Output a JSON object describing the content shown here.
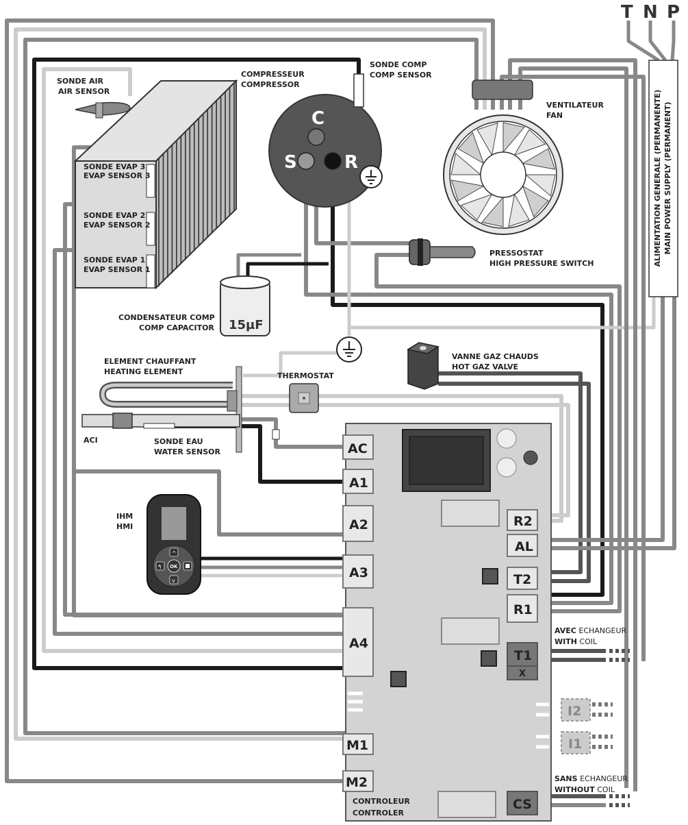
{
  "supply": {
    "phase_labels": [
      "T",
      "N",
      "P"
    ],
    "label_line1": "ALIMENTATION GENERALE (PERMANENTE)",
    "label_line2": "MAIN POWER SUPPLY (PERMANENT)"
  },
  "components": {
    "air_sensor": [
      "SONDE AIR",
      "AIR SENSOR"
    ],
    "compressor": [
      "COMPRESSEUR",
      "COMPRESSOR"
    ],
    "comp_sensor": [
      "SONDE COMP",
      "COMP SENSOR"
    ],
    "fan": [
      "VENTILATEUR",
      "FAN"
    ],
    "evap3": [
      "SONDE EVAP 3",
      "EVAP SENSOR 3"
    ],
    "evap2": [
      "SONDE EVAP 2",
      "EVAP SENSOR 2"
    ],
    "evap1": [
      "SONDE EVAP 1",
      "EVAP SENSOR 1"
    ],
    "pressostat": [
      "PRESSOSTAT",
      "HIGH PRESSURE SWITCH"
    ],
    "capacitor": [
      "CONDENSATEUR COMP",
      "COMP CAPACITOR"
    ],
    "capacitor_value": "15µF",
    "heating": [
      "ELEMENT CHAUFFANT",
      "HEATING ELEMENT"
    ],
    "thermostat": "THERMOSTAT",
    "hot_gas": [
      "VANNE GAZ CHAUDS",
      "HOT GAZ VALVE"
    ],
    "aci": "ACI",
    "water_sensor": [
      "SONDE EAU",
      "WATER SENSOR"
    ],
    "hmi": [
      "IHM",
      "HMI"
    ],
    "hmi_ok": "OK",
    "controller": [
      "CONTROLEUR",
      "CONTROLER"
    ],
    "comp_terminals": [
      "C",
      "S",
      "R"
    ]
  },
  "terminals": {
    "left": [
      "AC",
      "A1",
      "A2",
      "A3",
      "A4",
      "M1",
      "M2"
    ],
    "right": [
      "R2",
      "AL",
      "T2",
      "R1",
      "T1",
      "X",
      "I2",
      "I1",
      "CS"
    ]
  },
  "notes": {
    "with_coil_1": "AVEC",
    "with_coil_2": " ECHANGEUR",
    "with_coil_3": "WITH",
    "with_coil_4": " COIL",
    "without_coil_1": "SANS",
    "without_coil_2": " ECHANGEUR",
    "without_coil_3": "WITHOUT",
    "without_coil_4": " COIL"
  },
  "colors": {
    "black_wire": "#1a1a1a",
    "dark_wire": "#555555",
    "mid_wire": "#888888",
    "light_wire": "#cccccc",
    "board": "#d3d3d3"
  }
}
